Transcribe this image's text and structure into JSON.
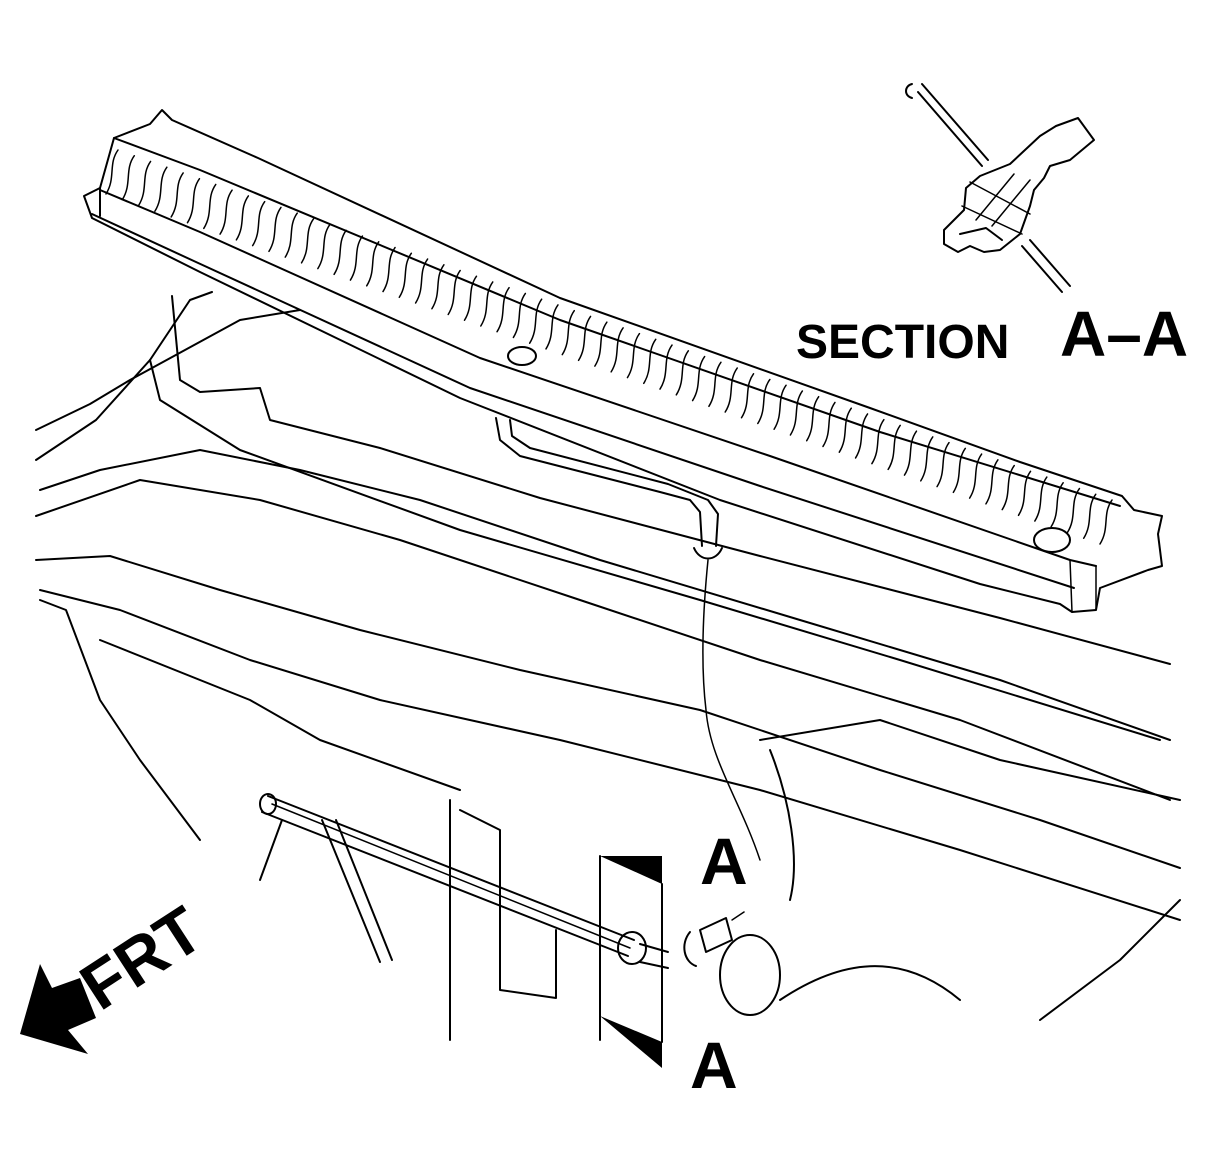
{
  "labels": {
    "section_title": "SECTION",
    "section_id": "A–A",
    "section_marker_top": "A",
    "section_marker_bottom": "A",
    "front_indicator": "FRT"
  },
  "colors": {
    "line": "#000000",
    "background": "#ffffff"
  },
  "icons": {
    "front_arrow": "arrow-down-left-icon"
  }
}
